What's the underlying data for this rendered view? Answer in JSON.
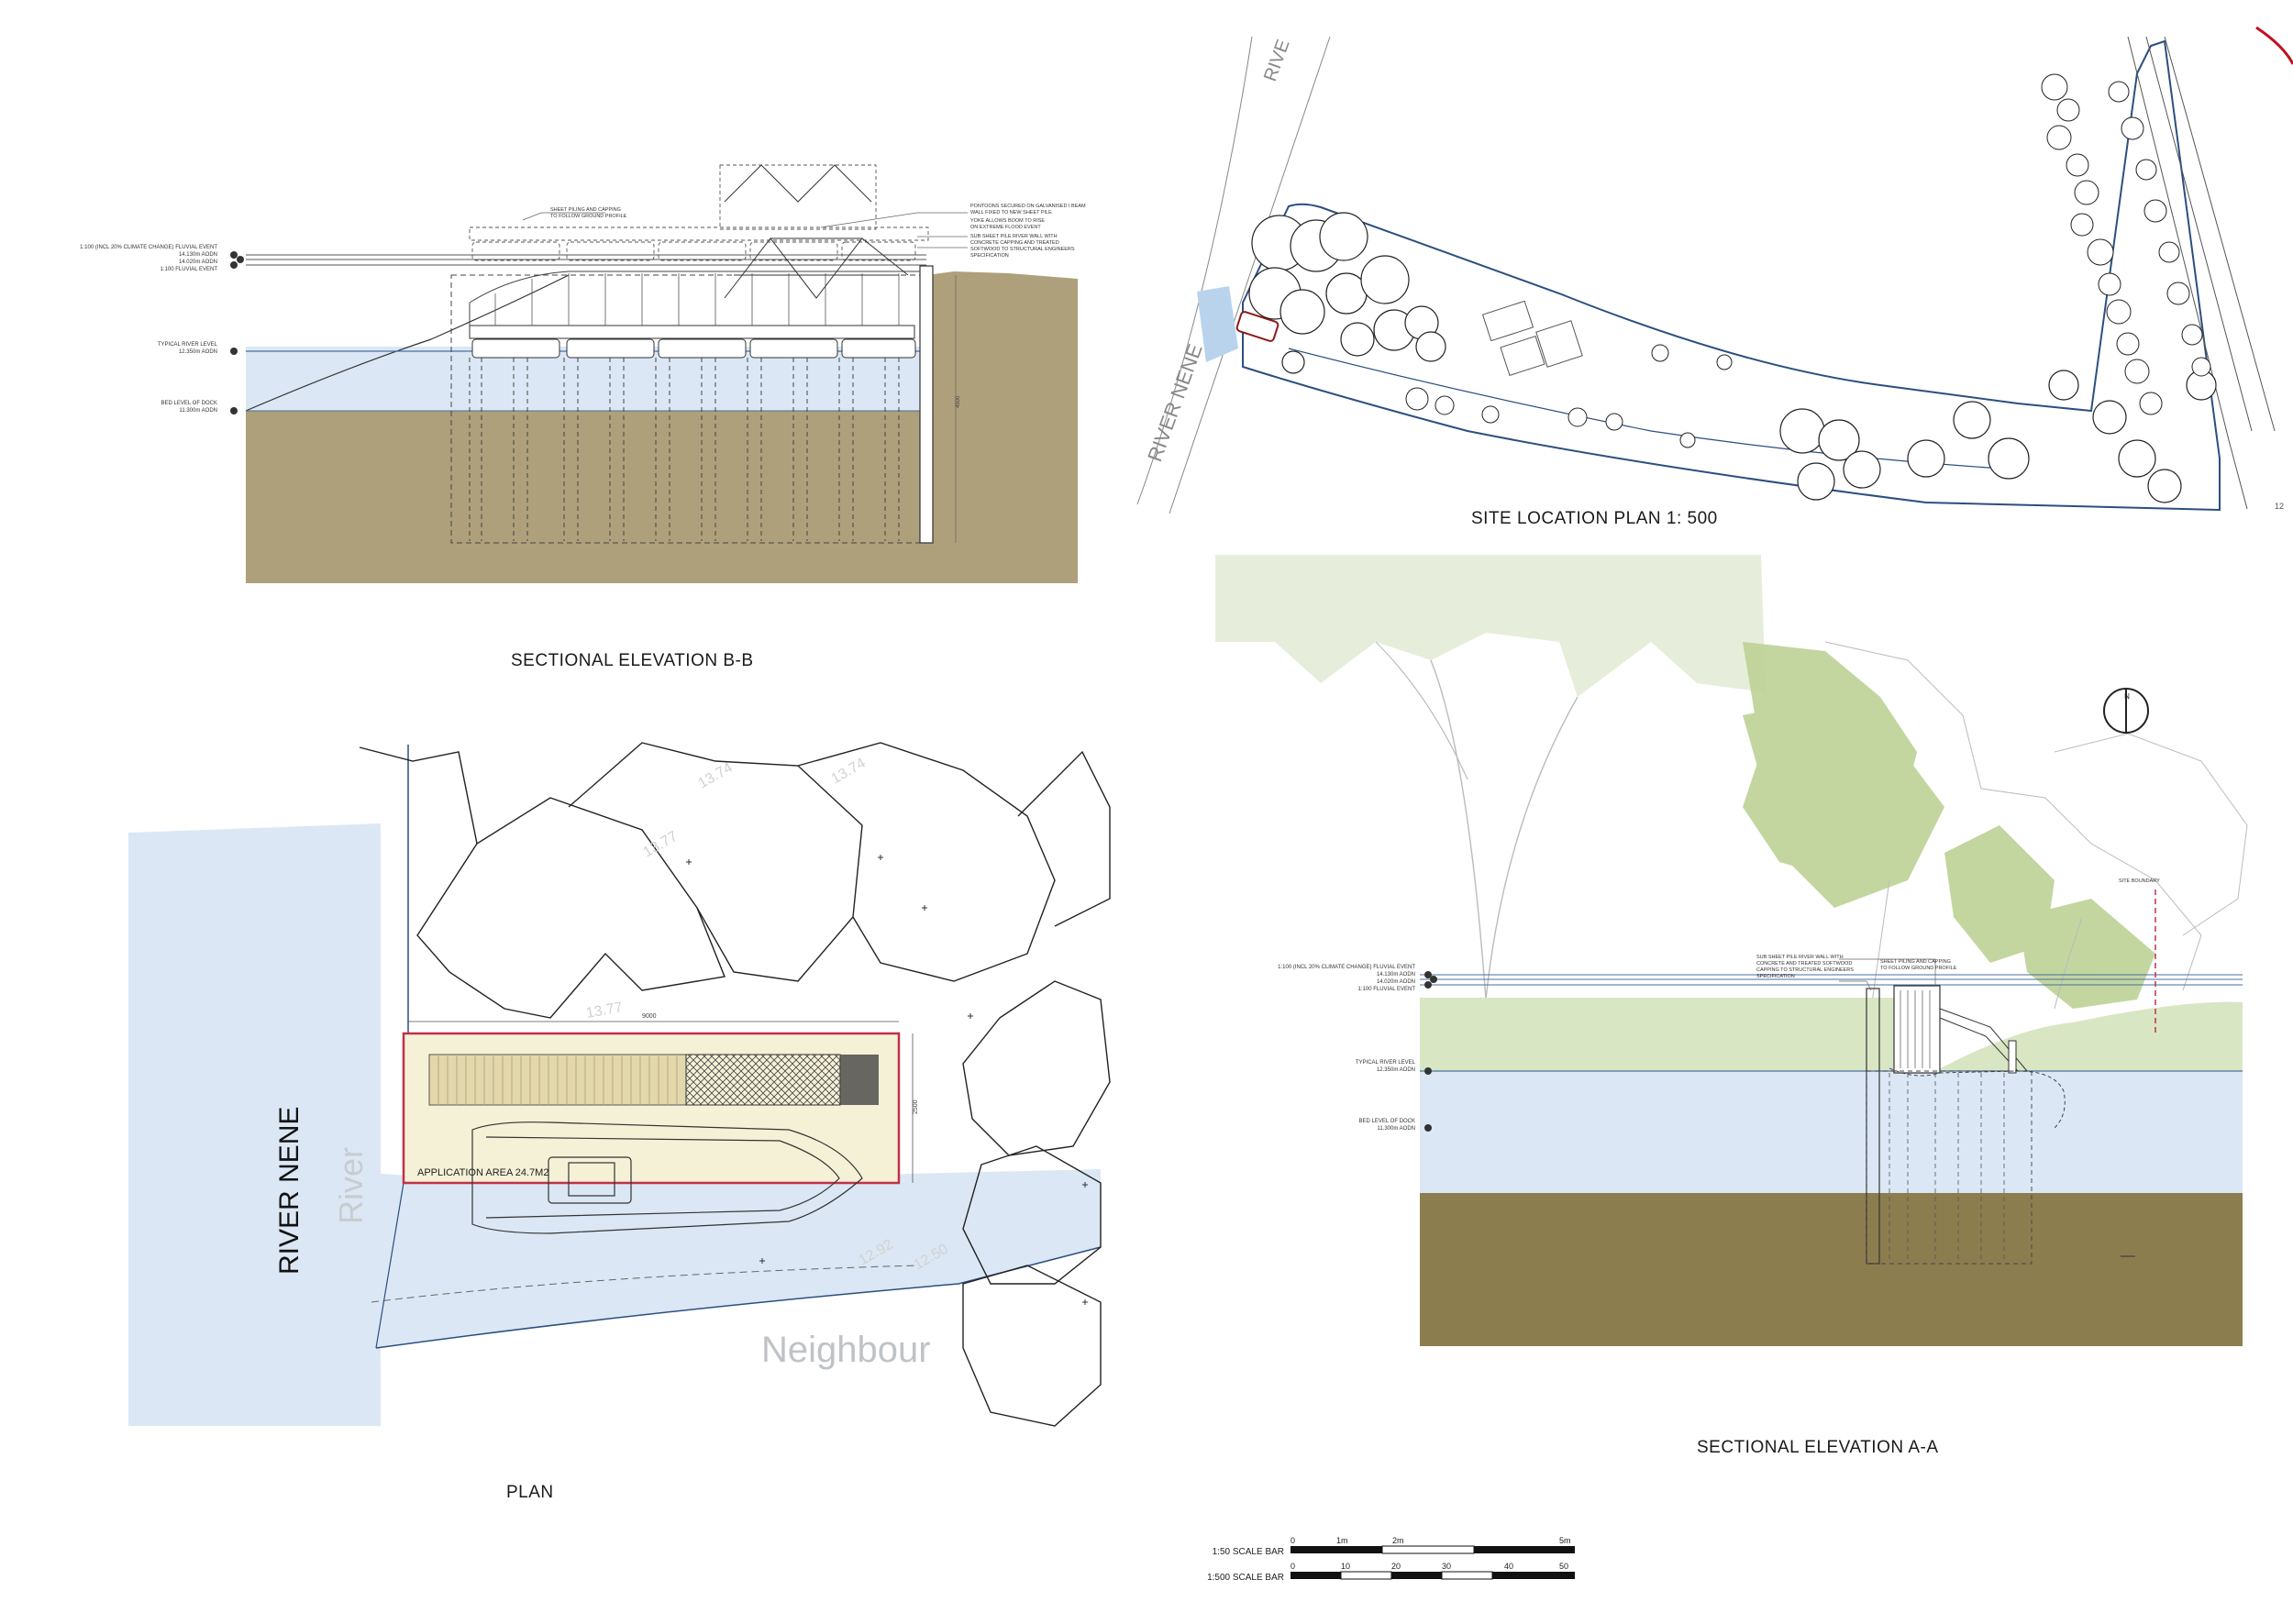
{
  "titles": {
    "section_bb": "SECTIONAL ELEVATION  B-B",
    "site_plan": "SITE LOCATION PLAN  1: 500",
    "plan": "PLAN",
    "section_aa": "SECTIONAL ELEVATION  A-A"
  },
  "levels": {
    "flood_climate": "1:100 (INCL 20% CLIMATE CHANGE)  FLUVIAL EVENT",
    "flood_climate_value": "14.130m AODN",
    "level_2": "14.020m AODN",
    "flood_1in100": "1:100 FLUVIAL EVENT",
    "typical_river": "TYPICAL RIVER LEVEL",
    "typical_river_value": "12.350m AODN",
    "bed_level": "BED LEVEL OF DOCK",
    "bed_level_value": "11.300m AODN"
  },
  "notes_bb": {
    "piling": "SHEET PILING AND CAPPING",
    "piling_2": "TO FOLLOW GROUND PROFILE",
    "pontoon_1": "PONTOONS SECURED ON GALVANISED I BEAM",
    "pontoon_2": "WALL FIXED TO NEW SHEET PILE",
    "pontoon_3": "YOKE ALLOWS BOOM TO RISE",
    "pontoon_4": "ON EXTREME FLOOD EVENT",
    "wall_1": "SUB SHEET PILE RIVER WALL WITH",
    "wall_2": "CONCRETE CAPPING AND TREATED",
    "wall_3": "SOFTWOOD TO STRUCTURAL ENGINEERS",
    "wall_4": "SPECIFICATION",
    "dim": "4500"
  },
  "notes_aa": {
    "boundary": "SITE BOUNDARY",
    "wall_1": "SUB SHEET PILE RIVER WALL WITH",
    "wall_2": "CONCRETE AND TREATED SOFTWOOD",
    "wall_3": "CAPPING TO STRUCTURAL ENGINEERS",
    "wall_4": "SPECIFICATION",
    "piling_1": "SHEET PILING AND CAPPING",
    "piling_2": "TO FOLLOW GROUND PROFILE",
    "north": "N"
  },
  "site_plan": {
    "river_label": "RIVER NENE",
    "river_top": "RIVE",
    "sheet_no": "12"
  },
  "plan": {
    "river_label": "RIVER NENE",
    "river_text": "River",
    "neighbour": "Neighbour",
    "application_area": "APPLICATION AREA 24.7M2",
    "dim_length": "9000",
    "dim_width": "2500",
    "spot_1": "13.74",
    "spot_2": "13.74",
    "spot_3": "13.77",
    "spot_4": "13.77",
    "spot_5": "12.92",
    "spot_6": "12.50"
  },
  "scale_bars": {
    "bar_50_label": "1:50 SCALE BAR",
    "bar_50_ticks": [
      "0",
      "1m",
      "2m",
      "5m"
    ],
    "bar_500_label": "1:500 SCALE BAR",
    "bar_500_ticks": [
      "0",
      "10",
      "20",
      "30",
      "40",
      "50"
    ]
  },
  "colors": {
    "water": "#dbe7f4",
    "ground": "#aea07a",
    "ground_dark": "#8c7d4f",
    "grass": "#d9e6c4",
    "foliage": "#b9cf8f",
    "boundary_red": "#c0304a",
    "boundary_blue": "#2b4f80"
  }
}
